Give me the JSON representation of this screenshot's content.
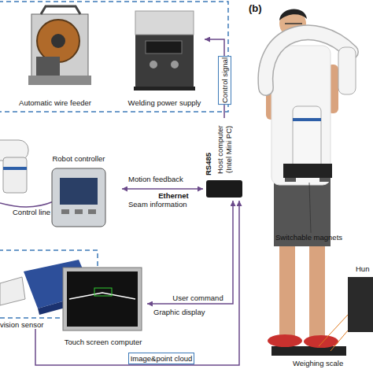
{
  "diagram": {
    "nodes": [
      {
        "text": [
          "Automatic wire feeder"
        ]
      },
      {
        "text": [
          "Welding power supply"
        ]
      },
      {
        "text": [
          "Host computer (Intel Mini PC)"
        ]
      },
      {
        "text": [
          "Robot controller"
        ]
      },
      {
        "text": [
          "vision sensor"
        ]
      },
      {
        "text": [
          "Touch screen computer"
        ]
      }
    ],
    "edges": [
      {
        "from": 2,
        "to": 1,
        "label": "Control signal",
        "arrow": "to"
      },
      {
        "from": 3,
        "to": 2,
        "label": "Ethernet",
        "arrow": "both"
      },
      {
        "from": 5,
        "to": 2,
        "label": "User command",
        "arrow": "both"
      },
      {
        "from": 4,
        "to": 2,
        "label": "Image&point cloud",
        "arrow": "to"
      }
    ],
    "labels": [
      "RS485",
      "Motion feedback",
      "Seam information",
      "Control line",
      "Graphic display",
      "(b)",
      "Switchable magnets",
      "Hun",
      "Weighing scale"
    ]
  }
}
